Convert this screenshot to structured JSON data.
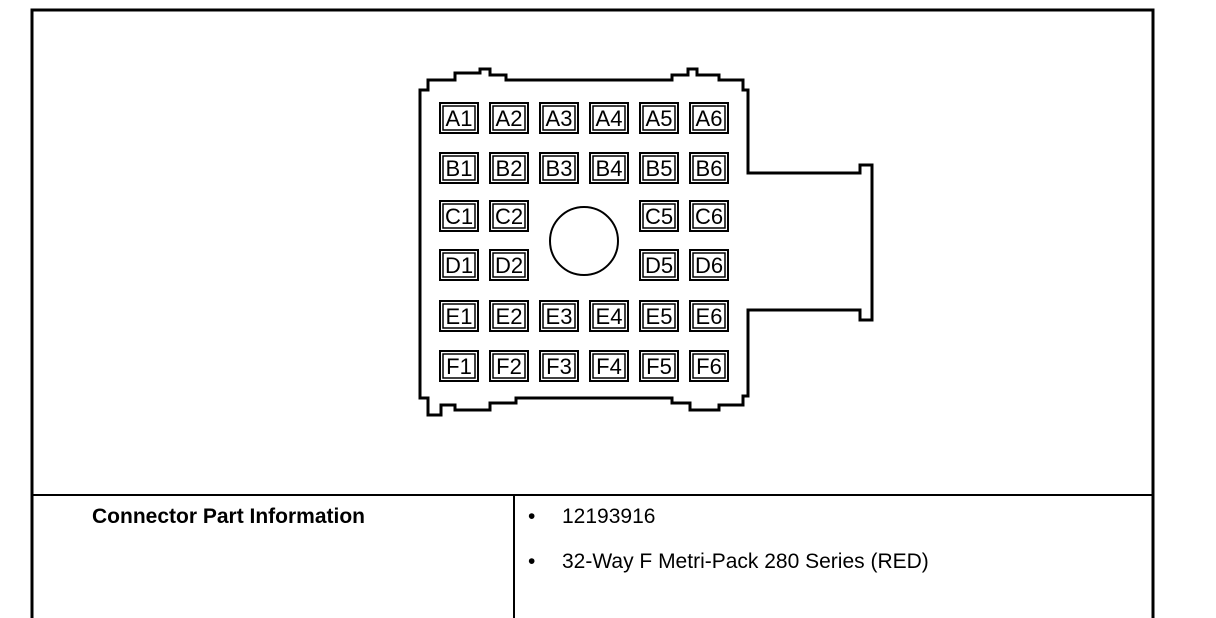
{
  "connector": {
    "rows": [
      {
        "row": "A",
        "pins": [
          "A1",
          "A2",
          "A3",
          "A4",
          "A5",
          "A6"
        ]
      },
      {
        "row": "B",
        "pins": [
          "B1",
          "B2",
          "B3",
          "B4",
          "B5",
          "B6"
        ]
      },
      {
        "row": "C",
        "pins": [
          "C1",
          "C2",
          "",
          "",
          "C5",
          "C6"
        ]
      },
      {
        "row": "D",
        "pins": [
          "D1",
          "D2",
          "",
          "",
          "D5",
          "D6"
        ]
      },
      {
        "row": "E",
        "pins": [
          "E1",
          "E2",
          "E3",
          "E4",
          "E5",
          "E6"
        ]
      },
      {
        "row": "F",
        "pins": [
          "F1",
          "F2",
          "F3",
          "F4",
          "F5",
          "F6"
        ]
      }
    ]
  },
  "part_info": {
    "label": "Connector Part Information",
    "items": [
      "12193916",
      "32-Way F Metri-Pack 280 Series (RED)"
    ]
  }
}
